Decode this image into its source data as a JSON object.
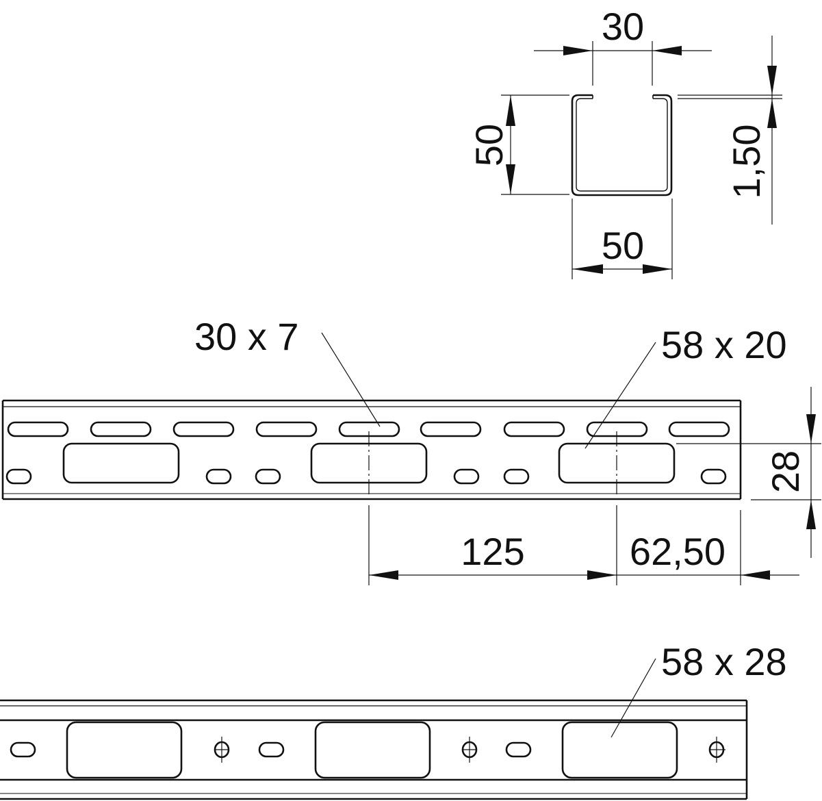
{
  "drawing": {
    "title": "Profile rail technical drawing",
    "line_color": "#111111",
    "background": "#ffffff"
  },
  "cross_section": {
    "dim_opening": "30",
    "dim_height": "50",
    "dim_width": "50",
    "dim_thickness": "1,50"
  },
  "front_view": {
    "callout_small_slot": "30 x 7",
    "callout_large_slot": "58 x 20",
    "dim_hole_pitch": "125",
    "dim_end_offset": "62,50",
    "dim_profile_height": "28",
    "top_slots_count": 9,
    "large_slots_count": 3,
    "small_oblong_count": 6
  },
  "side_view": {
    "callout_large_slot": "58 x 28",
    "large_slots_count": 3,
    "round_holes_count": 3,
    "small_oblong_count": 3
  }
}
